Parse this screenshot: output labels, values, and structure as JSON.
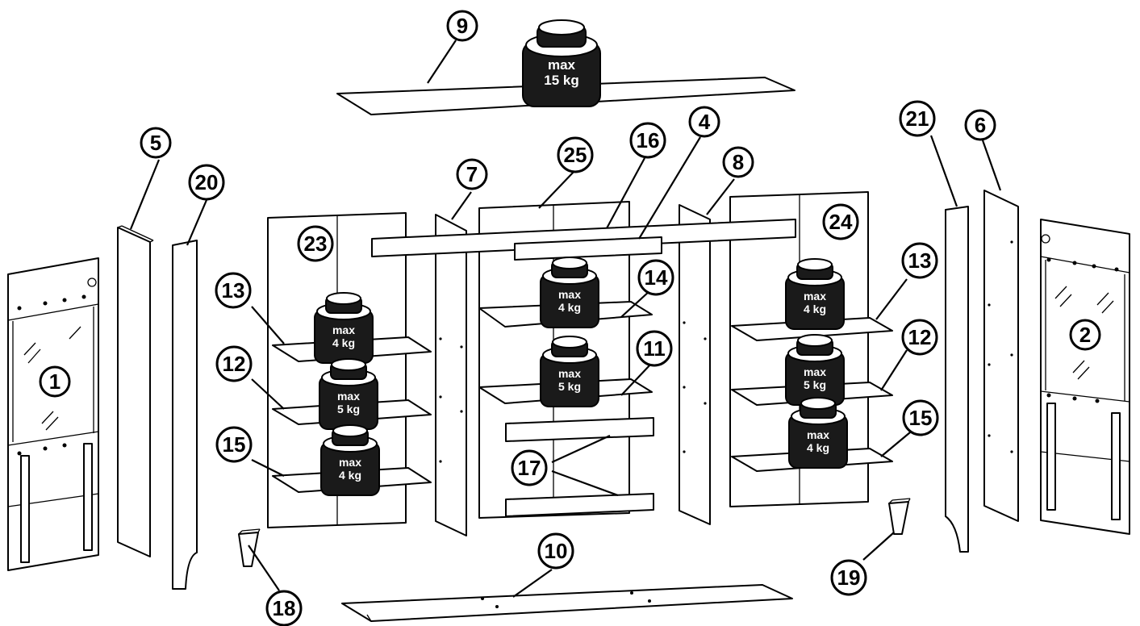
{
  "diagram": {
    "colors": {
      "line": "#000000",
      "weight_fill": "#1a1a1a",
      "background": "#ffffff"
    },
    "callouts": {
      "p1": "1",
      "p2": "2",
      "p4": "4",
      "p5": "5",
      "p6": "6",
      "p7": "7",
      "p8": "8",
      "p9": "9",
      "p10": "10",
      "p11": "11",
      "p12_left": "12",
      "p12_right": "12",
      "p13_left": "13",
      "p13_right": "13",
      "p14": "14",
      "p15_left": "15",
      "p15_right": "15",
      "p16": "16",
      "p17": "17",
      "p18": "18",
      "p19": "19",
      "p20": "20",
      "p21": "21",
      "p23": "23",
      "p24": "24",
      "p25": "25"
    },
    "weights": {
      "top": {
        "line1": "max",
        "line2": "15 kg"
      },
      "left_upper": {
        "line1": "max",
        "line2": "4 kg"
      },
      "left_middle": {
        "line1": "max",
        "line2": "5 kg"
      },
      "left_lower": {
        "line1": "max",
        "line2": "4 kg"
      },
      "center_upper": {
        "line1": "max",
        "line2": "4 kg"
      },
      "center_lower": {
        "line1": "max",
        "line2": "5 kg"
      },
      "right_upper": {
        "line1": "max",
        "line2": "4 kg"
      },
      "right_middle": {
        "line1": "max",
        "line2": "5 kg"
      },
      "right_lower": {
        "line1": "max",
        "line2": "4 kg"
      }
    }
  }
}
